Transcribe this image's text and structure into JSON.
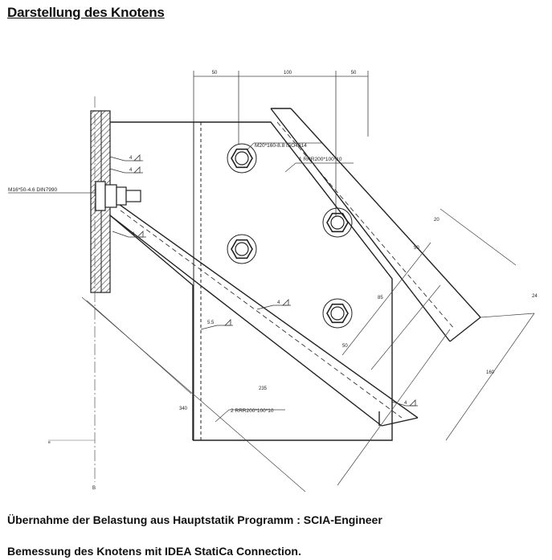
{
  "title": "Darstellung des Knotens",
  "drawing": {
    "dims": {
      "d1": "50",
      "d2": "100",
      "d3": "50"
    },
    "labels": {
      "bolt_main": "M20*160-8.8 ISO4014",
      "plate_1": "1 RRR200*100*10",
      "plate_2": "2 RRR200*100*10",
      "bolt_wall": "M16*50-4.6 DIN7990",
      "weld_a": "4",
      "weld_b": "4",
      "weld_c": "4",
      "weld_d": "4",
      "weld_e": "4",
      "weld_f": "5.5",
      "section_mark": "B",
      "left_mark": "e"
    },
    "diag_dims": {
      "d20": "20",
      "d50": "50",
      "d85": "85",
      "d50b": "50",
      "d160": "160",
      "d235": "235",
      "d340": "340",
      "d24": "24"
    }
  },
  "footer": {
    "line1": "Übernahme der Belastung aus Hauptstatik Programm : SCIA-Engineer",
    "line2": "Bemessung des Knotens mit IDEA StatiCa Connection."
  }
}
